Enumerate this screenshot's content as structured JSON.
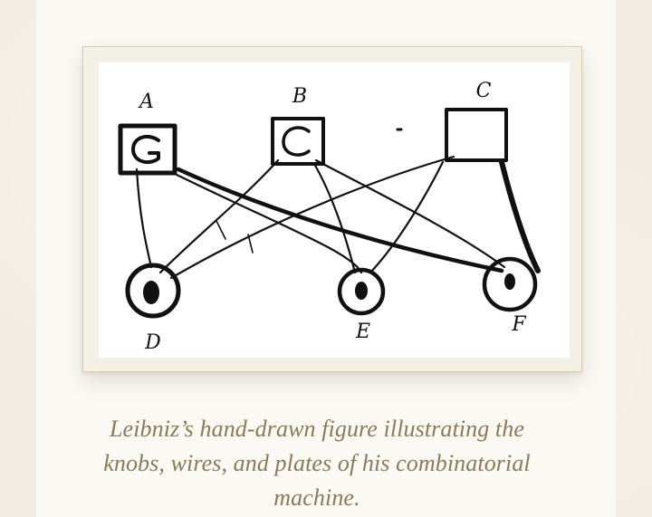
{
  "figure": {
    "labels": {
      "knob_a": "A",
      "knob_b": "B",
      "knob_c": "C",
      "plate_d": "D",
      "plate_e": "E",
      "plate_f": "F"
    }
  },
  "caption": {
    "text": "Leibniz’s hand-drawn figure illustrating the knobs, wires, and plates of his combinatorial machine."
  },
  "colors": {
    "ink": "#111111",
    "caption": "#8a7a55",
    "frame_border": "#d8ccaa"
  }
}
